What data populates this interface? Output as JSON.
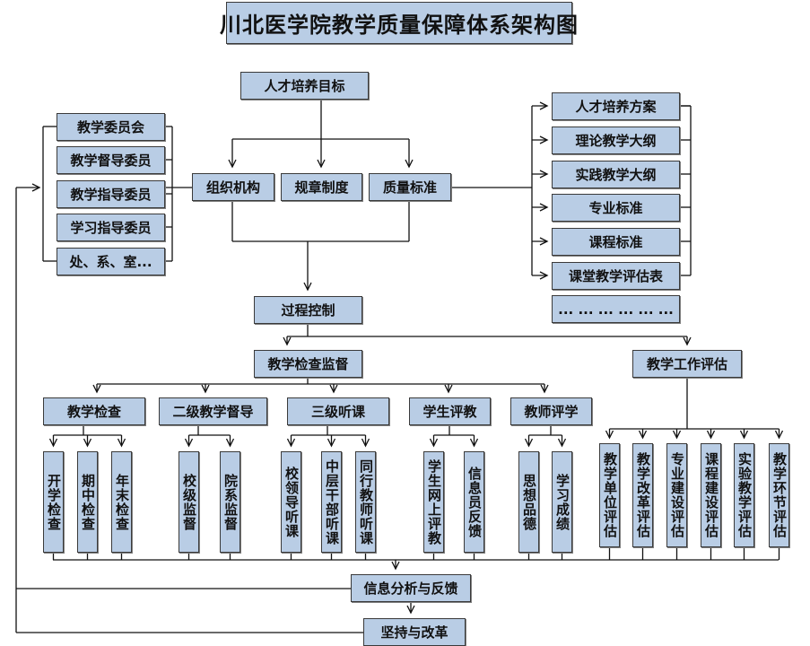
{
  "title": "川北医学院教学质量保障体系架构图",
  "goal": "人才培养目标",
  "pillars": [
    "组织机构",
    "规章制度",
    "质量标准"
  ],
  "organizations": [
    "教学委员会",
    "教学督导委员",
    "教学指导委员",
    "学习指导委员",
    "处、系、室..."
  ],
  "standards": [
    "人才培养方案",
    "理论教学大纲",
    "实践教学大纲",
    "专业标准",
    "课程标准",
    "课堂教学评估表",
    "... ... ... ... ... ..."
  ],
  "process_control": "过程控制",
  "supervision": {
    "label": "教学检查监督",
    "groups": [
      {
        "label": "教学检查",
        "items": [
          "开学检查",
          "期中检查",
          "年末检查"
        ]
      },
      {
        "label": "二级教学督导",
        "items": [
          "校级监督",
          "院系监督"
        ]
      },
      {
        "label": "三级听课",
        "items": [
          "校领导听课",
          "中层干部听课",
          "同行教师听课"
        ]
      },
      {
        "label": "学生评教",
        "items": [
          "学生网上评教",
          "信息员反馈"
        ]
      },
      {
        "label": "教师评学",
        "items": [
          "思想品德",
          "学习成绩"
        ]
      }
    ]
  },
  "evaluation": {
    "label": "教学工作评估",
    "items": [
      "教学单位评估",
      "教学改革评估",
      "专业建设评估",
      "课程建设评估",
      "实验教学评估",
      "教学环节评估"
    ]
  },
  "feedback": "信息分析与反馈",
  "reform": "坚持与改革",
  "colors": {
    "box_fill": "#b9cde5",
    "box_border": "#3a3a3a",
    "line": "#111111"
  }
}
